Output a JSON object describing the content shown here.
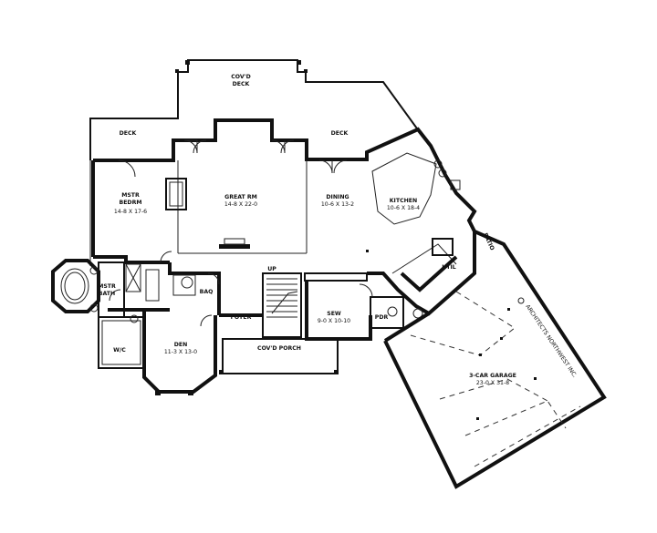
{
  "rooms": {
    "covd_deck": {
      "name_l1": "COV'D",
      "name_l2": "DECK"
    },
    "deck_left": {
      "name": "DECK"
    },
    "deck_right": {
      "name": "DECK"
    },
    "mstr_bedrm": {
      "name_l1": "MSTR",
      "name_l2": "BEDRM",
      "dim": "14-8 X 17-6"
    },
    "great_rm": {
      "name": "GREAT RM",
      "dim": "14-8 X 22-0"
    },
    "dining": {
      "name": "DINING",
      "dim": "10-6 X 13-2"
    },
    "kitchen": {
      "name": "KITCHEN",
      "dim": "10-6 X 18-4"
    },
    "patio": {
      "name": "PATIO"
    },
    "util": {
      "name": "UTIL"
    },
    "mstr_bath": {
      "name_l1": "MSTR",
      "name_l2": "BATH"
    },
    "baq": {
      "name": "BAQ"
    },
    "foyer": {
      "name": "FOYER"
    },
    "up": {
      "name": "UP"
    },
    "sew": {
      "name": "SEW",
      "dim": "9-0 X 10-10"
    },
    "pdr": {
      "name": "PDR"
    },
    "wic": {
      "name": "W/C"
    },
    "den": {
      "name": "DEN",
      "dim": "11-3 X 13-0"
    },
    "covd_porch": {
      "name": "COV'D PORCH"
    },
    "garage": {
      "name": "3-CAR GARAGE",
      "dim": "23-0 X 31-8"
    }
  },
  "watermark": "ARCHITECTS NORTHWEST INC."
}
